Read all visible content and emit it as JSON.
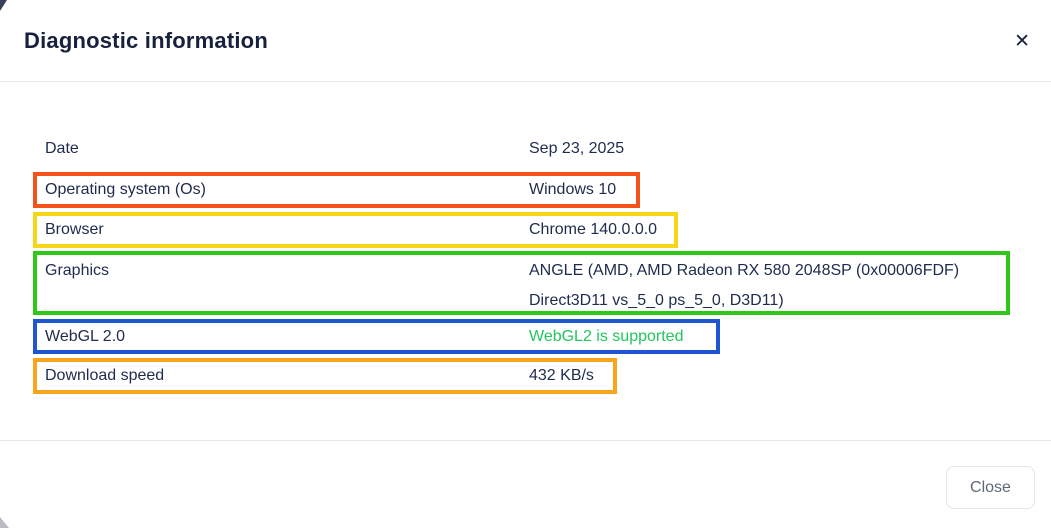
{
  "modal": {
    "title": "Diagnostic information",
    "close_icon": "✕"
  },
  "rows": [
    {
      "label": "Date",
      "value": "Sep 23, 2025"
    },
    {
      "label": "Operating system (Os)",
      "value": "Windows 10",
      "highlight_color": "#f4521a"
    },
    {
      "label": "Browser",
      "value": "Chrome 140.0.0.0",
      "highlight_color": "#f7d617"
    },
    {
      "label": "Graphics",
      "value_lines": [
        "ANGLE (AMD, AMD Radeon RX 580 2048SP (0x00006FDF)",
        "Direct3D11 vs_5_0 ps_5_0, D3D11)"
      ],
      "highlight_color": "#2fc718"
    },
    {
      "label": "WebGL 2.0",
      "value": "WebGL2 is supported",
      "highlight_color": "#1e56cf",
      "value_color": "#22c55e"
    },
    {
      "label": "Download speed",
      "value": "432 KB/s",
      "highlight_color": "#f9a41f"
    }
  ],
  "footer": {
    "close_button": "Close"
  }
}
